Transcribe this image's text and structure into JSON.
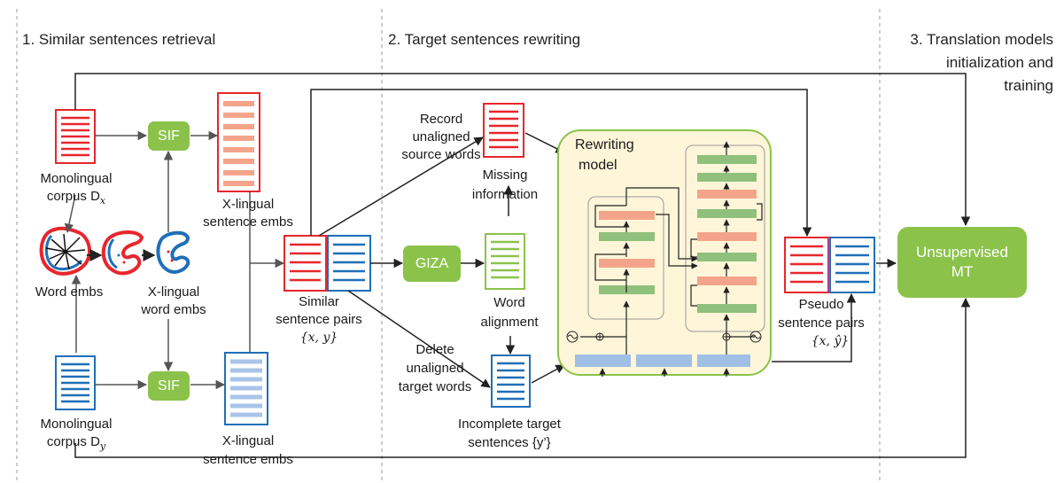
{
  "sections": {
    "retrieval": "1. Similar sentences retrieval",
    "rewriting": "2. Target sentences rewriting",
    "translation_line1": "3. Translation models",
    "translation_line2": "initialization and",
    "translation_line3": "training"
  },
  "labels": {
    "mono_x_line1": "Monolingual",
    "mono_x_line2": "corpus D",
    "mono_x_sub": "x",
    "mono_y_line1": "Monolingual",
    "mono_y_line2": "corpus D",
    "mono_y_sub": "y",
    "xling_sent_top_line1": "X-lingual",
    "xling_sent_top_line2": "sentence embs",
    "xling_sent_bot_line1": "X-lingual",
    "xling_sent_bot_line2": "sentence embs",
    "word_embs": "Word embs",
    "xling_word_line1": "X-lingual",
    "xling_word_line2": "word embs",
    "similar_line1": "Similar",
    "similar_line2": "sentence pairs",
    "similar_line3": "{x, y}",
    "record_line1": "Record",
    "record_line2": "unaligned",
    "record_line3": "source words",
    "missing_line1": "Missing",
    "missing_line2": "information",
    "word_align_line1": "Word",
    "word_align_line2": "alignment",
    "delete_line1": "Delete",
    "delete_line2": "unaligned",
    "delete_line3": "target words",
    "incomplete_line1": "Incomplete target",
    "incomplete_line2": "sentences {y’}",
    "rewriting_line1": "Rewriting",
    "rewriting_line2": "model",
    "pseudo_line1": "Pseudo",
    "pseudo_line2": "sentence pairs",
    "pseudo_line3": "{x, ŷ}"
  },
  "boxes": {
    "sif_top": "SIF",
    "sif_bottom": "SIF",
    "giza": "GIZA",
    "mt_line1": "Unsupervised",
    "mt_line2": "MT"
  },
  "colors": {
    "red": "#e8262d",
    "blue": "#1f6fb8",
    "light_red": "#f4a48a",
    "light_blue": "#a9c4e8",
    "green": "#8bc34a",
    "panel_fill": "#fff6d9",
    "salmon_bar": "#f4a48a",
    "green_bar": "#8fc07c",
    "blue_bar": "#a0bfe4"
  }
}
